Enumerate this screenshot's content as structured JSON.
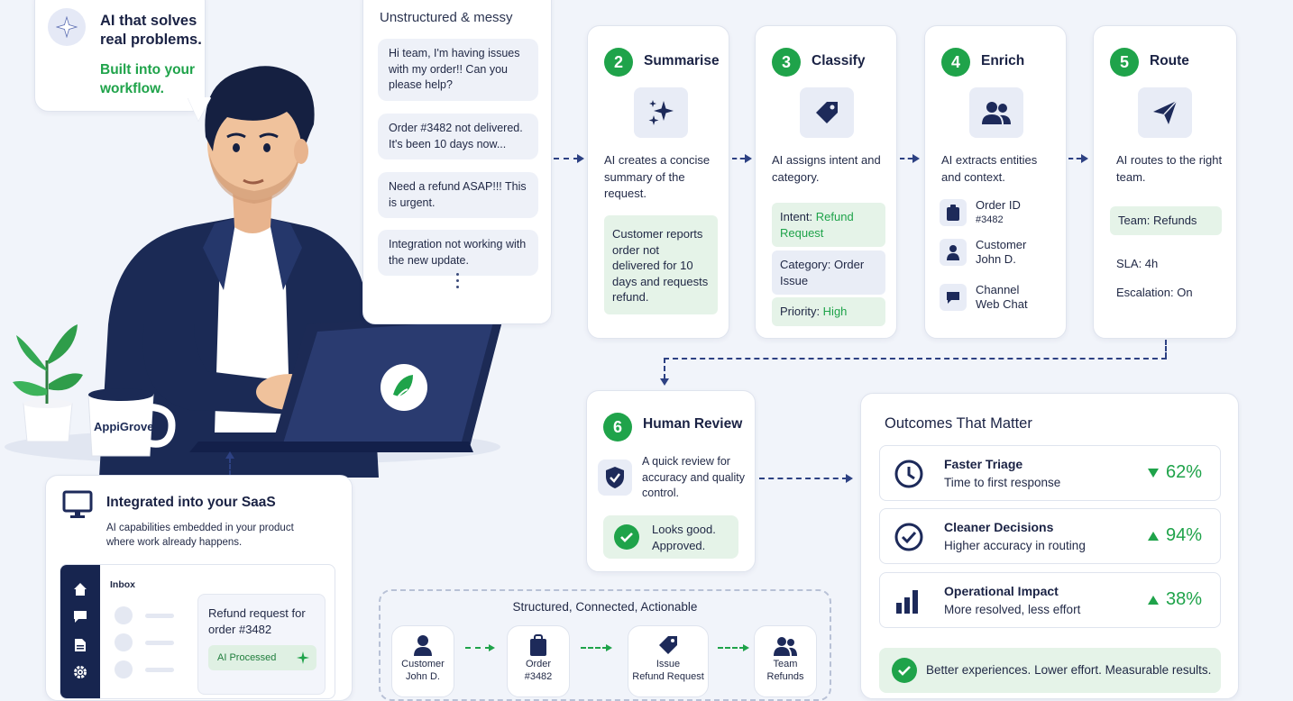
{
  "bubble": {
    "title": "AI that solves real problems.",
    "subtitle": "Built into your workflow.",
    "icon": "sparkle-icon"
  },
  "messages": {
    "title": "Unstructured & messy",
    "items": [
      "Hi team, I'm having issues with my order!! Can you please help?",
      "Order #3482 not delivered. It's been 10 days now...",
      "Need a refund ASAP!!! This is urgent.",
      "Integration not working with the new update."
    ]
  },
  "steps": {
    "summarise": {
      "number": "2",
      "title": "Summarise",
      "icon": "sparkles-icon",
      "desc": "AI creates a concise summary of the request.",
      "summary": "Customer reports order not delivered for 10 days and requests refund."
    },
    "classify": {
      "number": "3",
      "title": "Classify",
      "icon": "tag-icon",
      "desc": "AI assigns intent and category.",
      "intent_label": "Intent: ",
      "intent_value": "Refund Request",
      "category": "Category: Order Issue",
      "priority_label": "Priority: ",
      "priority_value": "High"
    },
    "enrich": {
      "number": "4",
      "title": "Enrich",
      "icon": "users-icon",
      "desc": "AI extracts entities and context.",
      "entities": [
        {
          "label": "Order ID",
          "value": "#3482",
          "icon": "clipboard-icon"
        },
        {
          "label": "Customer",
          "value": "John D.",
          "icon": "person-icon"
        },
        {
          "label": "Channel",
          "value": "Web Chat",
          "icon": "chat-icon"
        }
      ]
    },
    "route": {
      "number": "5",
      "title": "Route",
      "icon": "paper-plane-icon",
      "desc": "AI routes to the right team.",
      "team": "Team: Refunds",
      "sla": "SLA: 4h",
      "escalation": "Escalation: On"
    },
    "review": {
      "number": "6",
      "title": "Human Review",
      "icon": "shield-check-icon",
      "desc": "A quick review for accuracy and quality control.",
      "approval": "Looks good. Approved."
    }
  },
  "outcomes": {
    "title": "Outcomes That Matter",
    "items": [
      {
        "title": "Faster Triage",
        "subtitle": "Time to first response",
        "value": "62%",
        "direction": "down",
        "icon": "clock-icon"
      },
      {
        "title": "Cleaner Decisions",
        "subtitle": "Higher accuracy in routing",
        "value": "94%",
        "direction": "up",
        "icon": "check-circle-icon"
      },
      {
        "title": "Operational Impact",
        "subtitle": "More resolved, less effort",
        "value": "38%",
        "direction": "up",
        "icon": "bar-chart-icon"
      }
    ],
    "footer": "Better experiences. Lower effort. Measurable results."
  },
  "structured": {
    "title": "Structured, Connected, Actionable",
    "nodes": [
      {
        "line1": "Customer",
        "line2": "John D.",
        "icon": "person-icon"
      },
      {
        "line1": "Order",
        "line2": "#3482",
        "icon": "clipboard-icon"
      },
      {
        "line1": "Issue",
        "line2": "Refund Request",
        "icon": "tag-icon"
      },
      {
        "line1": "Team",
        "line2": "Refunds",
        "icon": "users-icon"
      }
    ]
  },
  "saas": {
    "title": "Integrated into your SaaS",
    "desc": "AI capabilities embedded in your product where work already happens.",
    "icon": "monitor-icon",
    "inbox_label": "Inbox",
    "request": "Refund request for order #3482",
    "badge": "AI Processed",
    "side_icons": [
      "home-icon",
      "chat-icon",
      "document-icon",
      "gear-icon"
    ]
  },
  "illustration": {
    "mug_brand": "AppiGrove"
  },
  "colors": {
    "accent_green": "#1fa34a",
    "navy": "#1d2a5a",
    "background": "#f1f4fa"
  }
}
